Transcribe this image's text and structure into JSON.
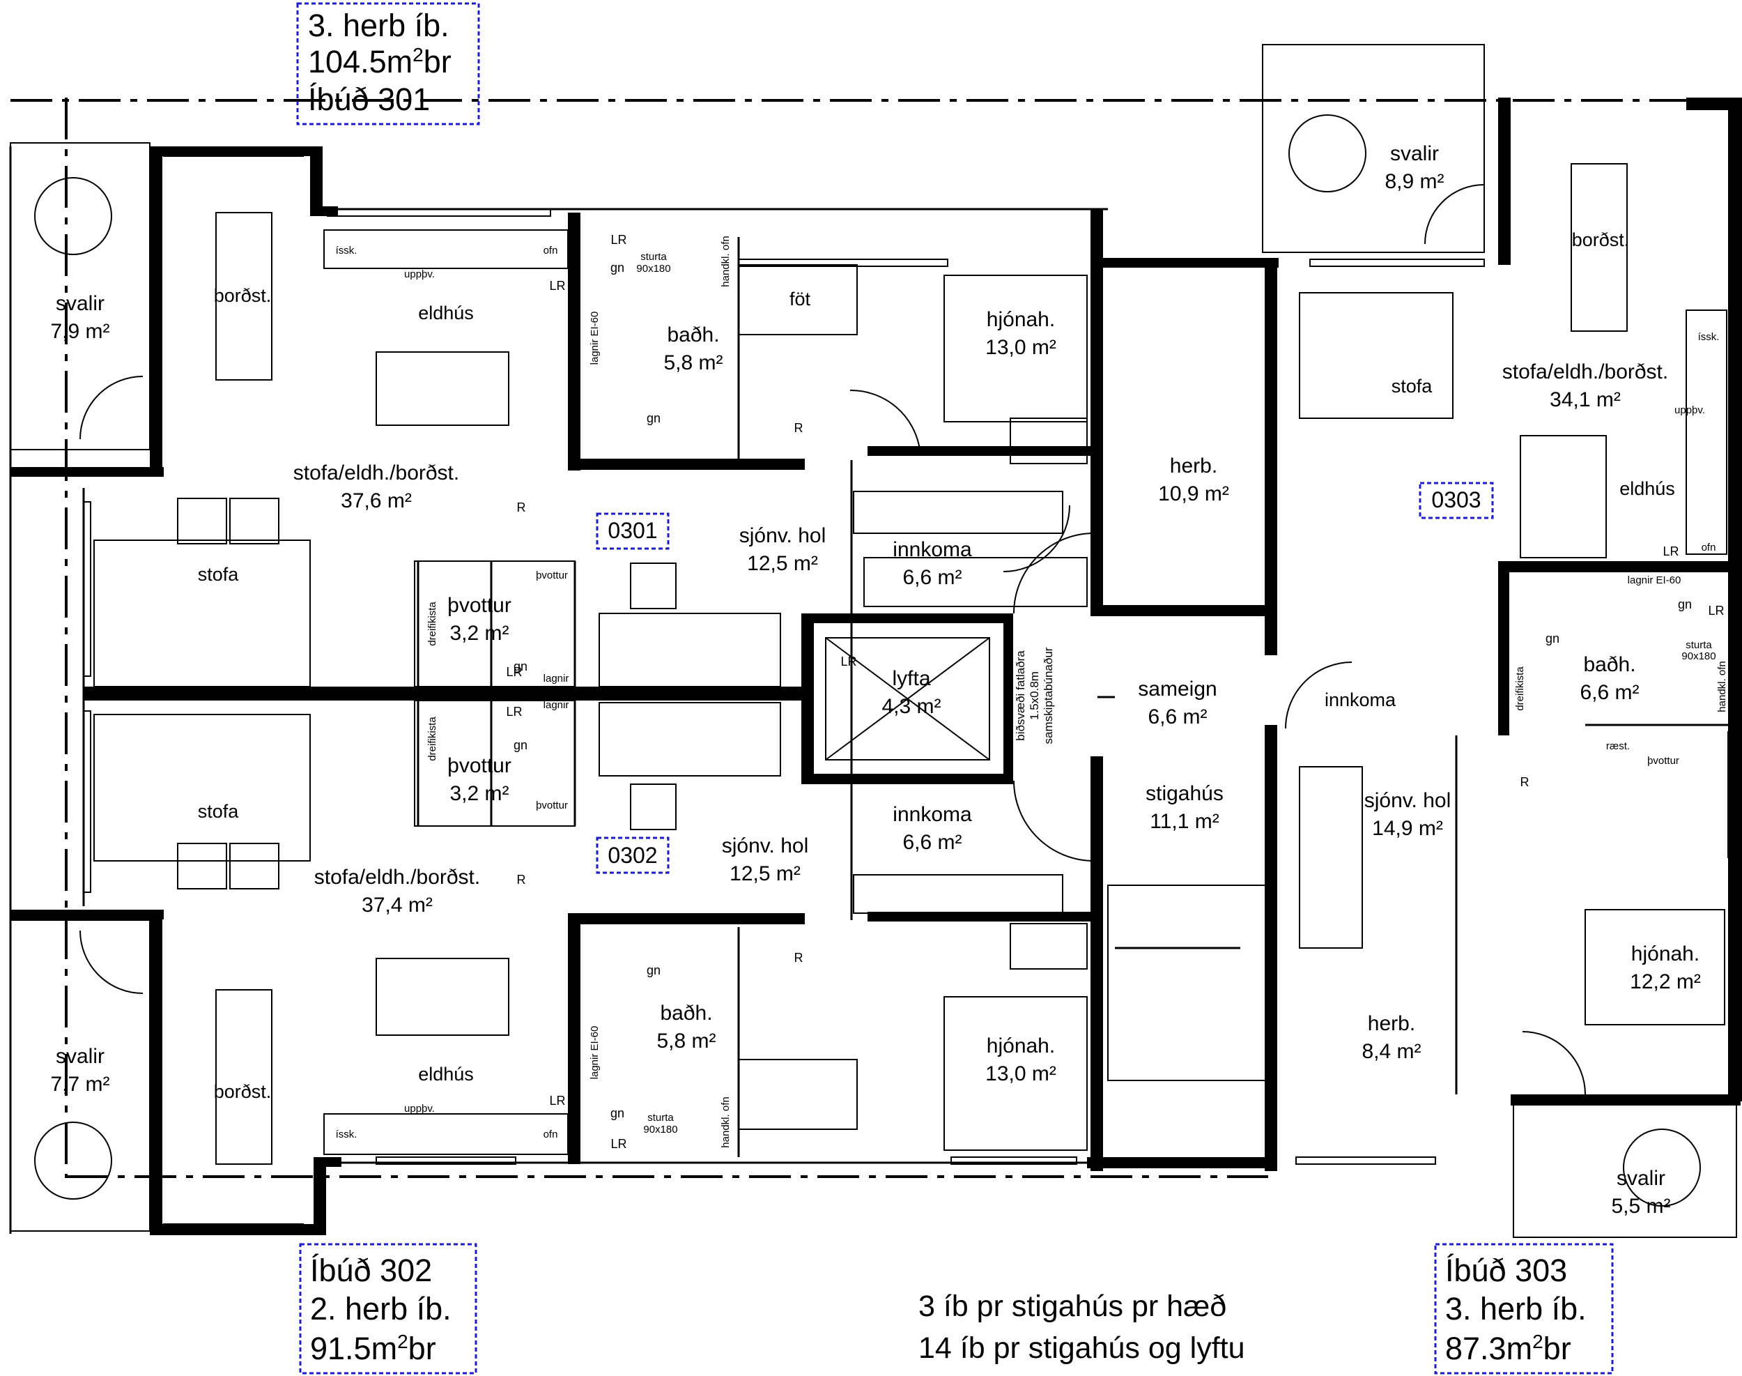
{
  "apartments": {
    "a301": {
      "line1": "3. herb íb.",
      "area": "104.5",
      "line3": "Íbúð 301"
    },
    "a302": {
      "line1": "Íbúð 302",
      "line2": "2. herb íb.",
      "area": "91.5"
    },
    "a303": {
      "line1": "Íbúð 303",
      "line2": "3. herb íb.",
      "area": "87.3"
    },
    "area_unit": "m",
    "area_sup": "2",
    "area_suffix": "br"
  },
  "unit_codes": {
    "u0301": "0301",
    "u0302": "0302",
    "u0303": "0303"
  },
  "notes": {
    "line1": "3 íb pr stigahús pr hæð",
    "line2": "14 íb pr stigahús og lyftu"
  },
  "rooms": {
    "svalir_w1": {
      "name": "svalir",
      "area": "7,9 m²"
    },
    "svalir_w2": {
      "name": "svalir",
      "area": "7,7 m²"
    },
    "svalir_ne": {
      "name": "svalir",
      "area": "8,9 m²"
    },
    "svalir_se": {
      "name": "svalir",
      "area": "5,5 m²"
    },
    "stofa_301": {
      "name": "stofa/eldh./borðst.",
      "area": "37,6 m²"
    },
    "stofa_302": {
      "name": "stofa/eldh./borðst.",
      "area": "37,4 m²"
    },
    "stofa_303": {
      "name": "stofa/eldh./borðst.",
      "area": "34,1 m²"
    },
    "bad_301": {
      "name": "baðh.",
      "area": "5,8 m²"
    },
    "bad_302": {
      "name": "baðh.",
      "area": "5,8 m²"
    },
    "bad_303": {
      "name": "baðh.",
      "area": "6,6 m²"
    },
    "hjon_301": {
      "name": "hjónah.",
      "area": "13,0 m²"
    },
    "hjon_302": {
      "name": "hjónah.",
      "area": "13,0 m²"
    },
    "hjon_303": {
      "name": "hjónah.",
      "area": "12,2 m²"
    },
    "herb_301": {
      "name": "herb.",
      "area": "10,9 m²"
    },
    "herb_303": {
      "name": "herb.",
      "area": "8,4 m²"
    },
    "sjonv_301": {
      "name": "sjónv. hol",
      "area": "12,5 m²"
    },
    "sjonv_302": {
      "name": "sjónv. hol",
      "area": "12,5 m²"
    },
    "sjonv_303": {
      "name": "sjónv. hol",
      "area": "14,9 m²"
    },
    "inn_301": {
      "name": "innkoma",
      "area": "6,6 m²"
    },
    "inn_302": {
      "name": "innkoma",
      "area": "6,6 m²"
    },
    "pvottur_301": {
      "name": "þvottur",
      "area": "3,2 m²"
    },
    "pvottur_302": {
      "name": "þvottur",
      "area": "3,2 m²"
    },
    "lyfta": {
      "name": "lyfta",
      "area": "4,3 m²"
    },
    "sameign": {
      "name": "sameign",
      "area": "6,6 m²"
    },
    "stigahus": {
      "name": "stigahús",
      "area": "11,1 m²"
    }
  },
  "small": {
    "eldhus": "eldhús",
    "bordst": "borðst.",
    "stofa": "stofa",
    "fot": "föt",
    "innkoma": "innkoma",
    "issk": "íssk.",
    "ofn": "ofn",
    "uppþv": "uppþv.",
    "sturta": "sturta",
    "sturta_size": "90x180",
    "gn": "gn",
    "LR": "LR",
    "R": "R",
    "handkl": "handkl. ofn",
    "lagnir_ei60": "lagnir EI-60",
    "lagnir": "lagnir",
    "dreifikista": "dreifikista",
    "pvottur_small": "þvottur",
    "raest": "ræst.",
    "bid_line1": "biðsvæði fatlaðra",
    "bid_line2": "1.5x0.8m",
    "bid_line3": "samskiptabúnaður"
  }
}
